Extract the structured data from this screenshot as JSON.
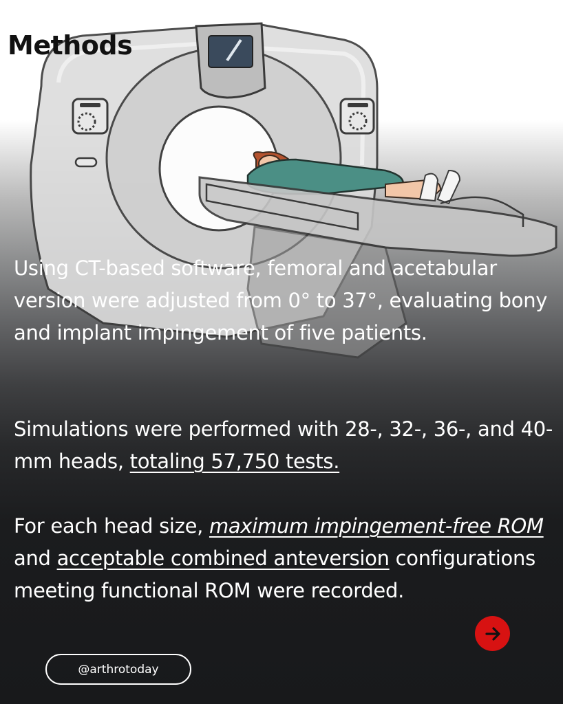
{
  "slide": {
    "title": "Methods",
    "paragraph1": "Using CT-based software, femoral and acetabular version were adjusted from 0° to 37°, evaluating bony and implant impingement of five patients.",
    "paragraph2_pre": "Simulations were performed with 28-, 32-, 36-, and 40-mm heads, ",
    "paragraph2_underlined": "totaling 57,750 tests.",
    "paragraph3_pre": "For each head size, ",
    "paragraph3_italic_underlined": "maximum impingement-free ROM",
    "paragraph3_mid": " and ",
    "paragraph3_underlined": "acceptable combined anteversion",
    "paragraph3_post": " configurations meeting functional ROM were recorded.",
    "handle": "@arthrotoday"
  },
  "colors": {
    "text_light": "#ffffff",
    "title_dark": "#111111",
    "accent_red": "#d71212",
    "background_dark": "#18191b"
  },
  "icons": {
    "next": "arrow-right-icon",
    "illustration": "ct-scanner-illustration"
  }
}
